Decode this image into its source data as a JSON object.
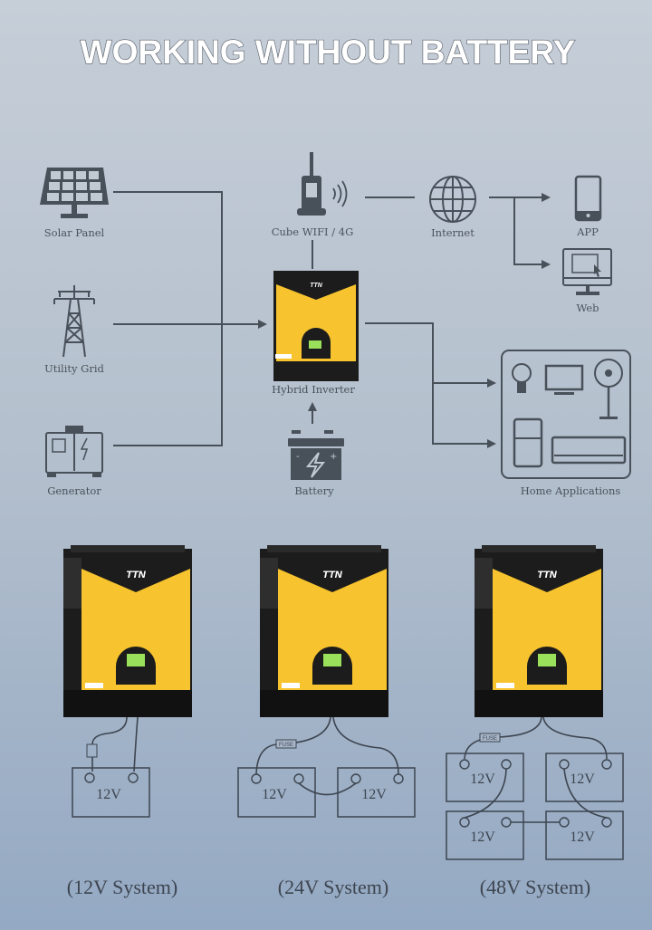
{
  "title": "WORKING WITHOUT BATTERY",
  "diagram": {
    "solar_panel": "Solar Panel",
    "utility_grid": "Utility Grid",
    "generator": "Generator",
    "cube_wifi": "Cube WIFI / 4G",
    "internet": "Internet",
    "app": "APP",
    "web": "Web",
    "hybrid_inverter": "Hybrid Inverter",
    "battery": "Battery",
    "home_applications": "Home Applications"
  },
  "brand": "TTN",
  "battery_label": "12V",
  "fuse_label": "FUSE",
  "systems": [
    {
      "label": "(12V System)"
    },
    {
      "label": "(24V System)"
    },
    {
      "label": "(48V System)"
    }
  ],
  "colors": {
    "inverter_yellow": "#f7c32e",
    "inverter_black": "#1c1c1c",
    "line": "#48505a"
  }
}
